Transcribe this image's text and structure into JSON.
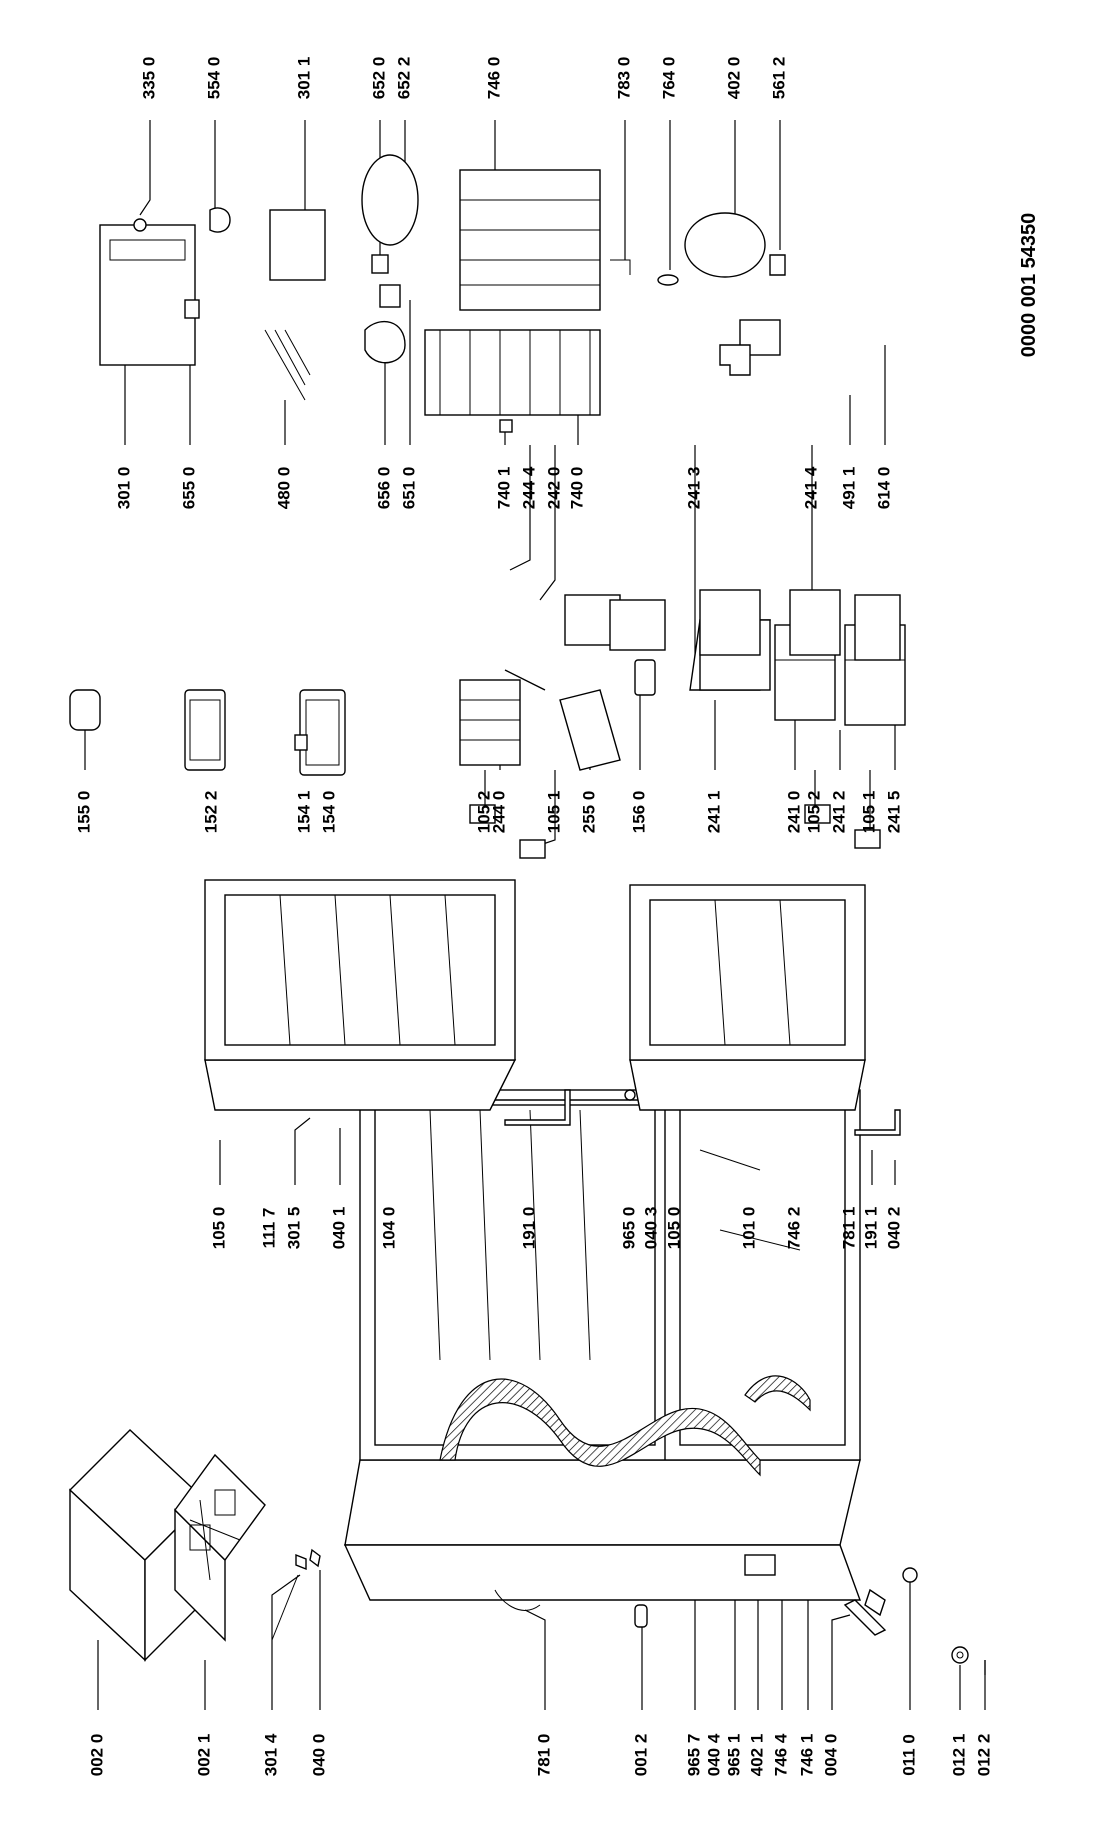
{
  "diagram": {
    "document_number": "0000 001 54350",
    "columns": [
      [
        "002 0",
        "002 1",
        "301 4",
        "040 0",
        "781 0",
        "001 2",
        "965 7",
        "040 4",
        "965 1",
        "402 1",
        "746 4",
        "746 1",
        "004 0",
        "011 0",
        "012 1",
        "012 2"
      ],
      [
        "105 0",
        "111 7",
        "301 5",
        "040 1",
        "104 0",
        "191 0",
        "965 0",
        "040 3",
        "105 0",
        "101 0",
        "746 2",
        "781 1",
        "191 1",
        "040 2"
      ],
      [
        "155 0",
        "152 2",
        "154 1",
        "154 0",
        "105 2",
        "244 0",
        "105 1",
        "255 0",
        "156 0",
        "241 1",
        "241 0",
        "105 2",
        "241 2",
        "105 1",
        "241 5"
      ],
      [
        "301 0",
        "655 0",
        "480 0",
        "656 0",
        "651 0",
        "740 1",
        "244 4",
        "242 0",
        "740 0",
        "241 3",
        "241 4",
        "491 1",
        "614 0"
      ],
      [
        "335 0",
        "554 0",
        "301 1",
        "652 0",
        "652 2",
        "746 0",
        "783 0",
        "764 0",
        "402 0",
        "561 2"
      ]
    ]
  }
}
